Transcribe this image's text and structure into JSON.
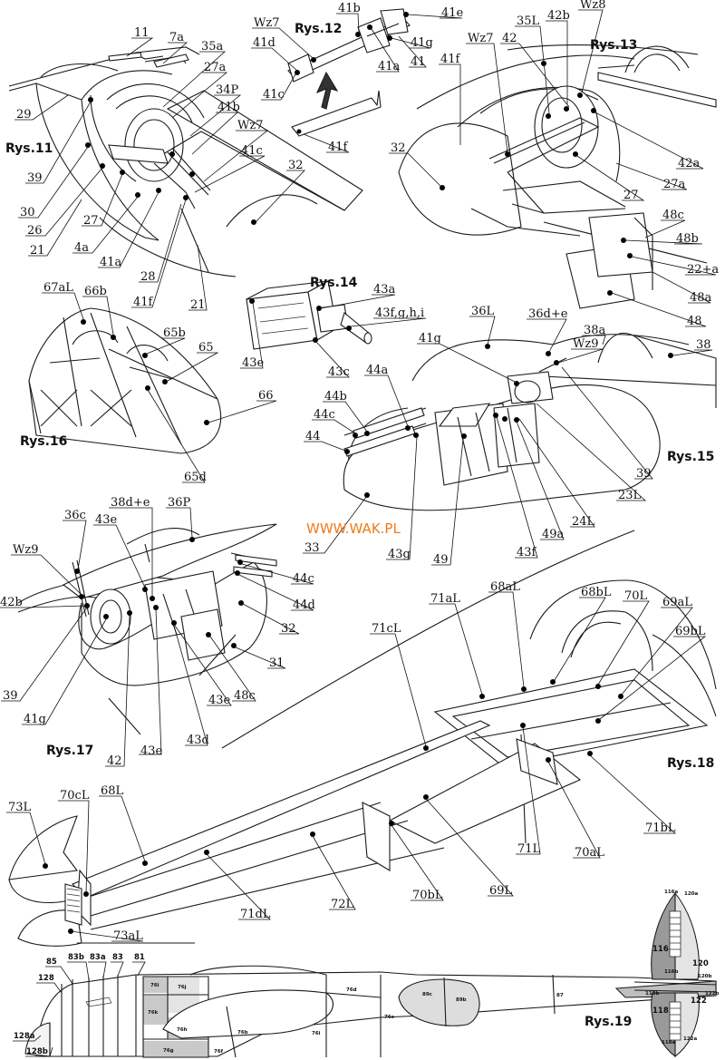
{
  "watermark": "WWW.WAK.PL",
  "figures": {
    "rys11": {
      "title": "Rys.11",
      "labels": [
        "11",
        "7a",
        "35a",
        "27a",
        "34P",
        "41b",
        "Wz7",
        "41c",
        "32",
        "29",
        "39",
        "30",
        "26",
        "21",
        "27",
        "4a",
        "41a",
        "28",
        "41f",
        "21"
      ]
    },
    "rys12": {
      "title": "Rys.12",
      "labels": [
        "Wz7",
        "41b",
        "41e",
        "41d",
        "41g",
        "41c",
        "41a",
        "41",
        "41f"
      ]
    },
    "rys13": {
      "title": "Rys.13",
      "labels": [
        "42b",
        "Wz8",
        "35L",
        "Wz7",
        "42",
        "41f",
        "32",
        "42a",
        "27",
        "27a",
        "48c",
        "48b",
        "22+a",
        "48a",
        "48"
      ]
    },
    "rys14": {
      "title": "Rys.14",
      "labels": [
        "43a",
        "43f,g,h,i",
        "43e",
        "43c"
      ]
    },
    "rys15": {
      "title": "Rys.15",
      "labels": [
        "36L",
        "36d+e",
        "38a",
        "Wz9",
        "38",
        "41g",
        "44a",
        "44b",
        "44c",
        "44",
        "33",
        "43g",
        "49",
        "43f",
        "49a",
        "24L",
        "23L",
        "39"
      ]
    },
    "rys16": {
      "title": "Rys.16",
      "labels": [
        "67aL",
        "66b",
        "65b",
        "65",
        "66",
        "65d"
      ]
    },
    "rys17": {
      "title": "Rys.17",
      "labels": [
        "36c",
        "43e",
        "38d+e",
        "36P",
        "Wz9",
        "42b",
        "44c",
        "44d",
        "32",
        "31",
        "48c",
        "43e",
        "39",
        "41g",
        "42",
        "43e",
        "43d"
      ]
    },
    "rys18": {
      "title": "Rys.18",
      "labels": [
        "71aL",
        "68aL",
        "68bL",
        "70L",
        "69aL",
        "69bL",
        "71cL",
        "73L",
        "70cL",
        "68L",
        "71dL",
        "72L",
        "70bL",
        "69L",
        "71L",
        "70aL",
        "71bL",
        "73aL"
      ]
    },
    "rys19": {
      "title": "Rys.19",
      "labels": [
        "85",
        "83b",
        "83a",
        "83",
        "81",
        "128",
        "128a",
        "128b",
        "76i",
        "76j",
        "76k",
        "76h",
        "76g",
        "76f",
        "76b",
        "76d",
        "76c",
        "76i",
        "89c",
        "89b",
        "87",
        "116a",
        "120a",
        "116",
        "120",
        "116b",
        "120b",
        "118b",
        "122b",
        "118",
        "122",
        "118a",
        "122a"
      ]
    }
  }
}
